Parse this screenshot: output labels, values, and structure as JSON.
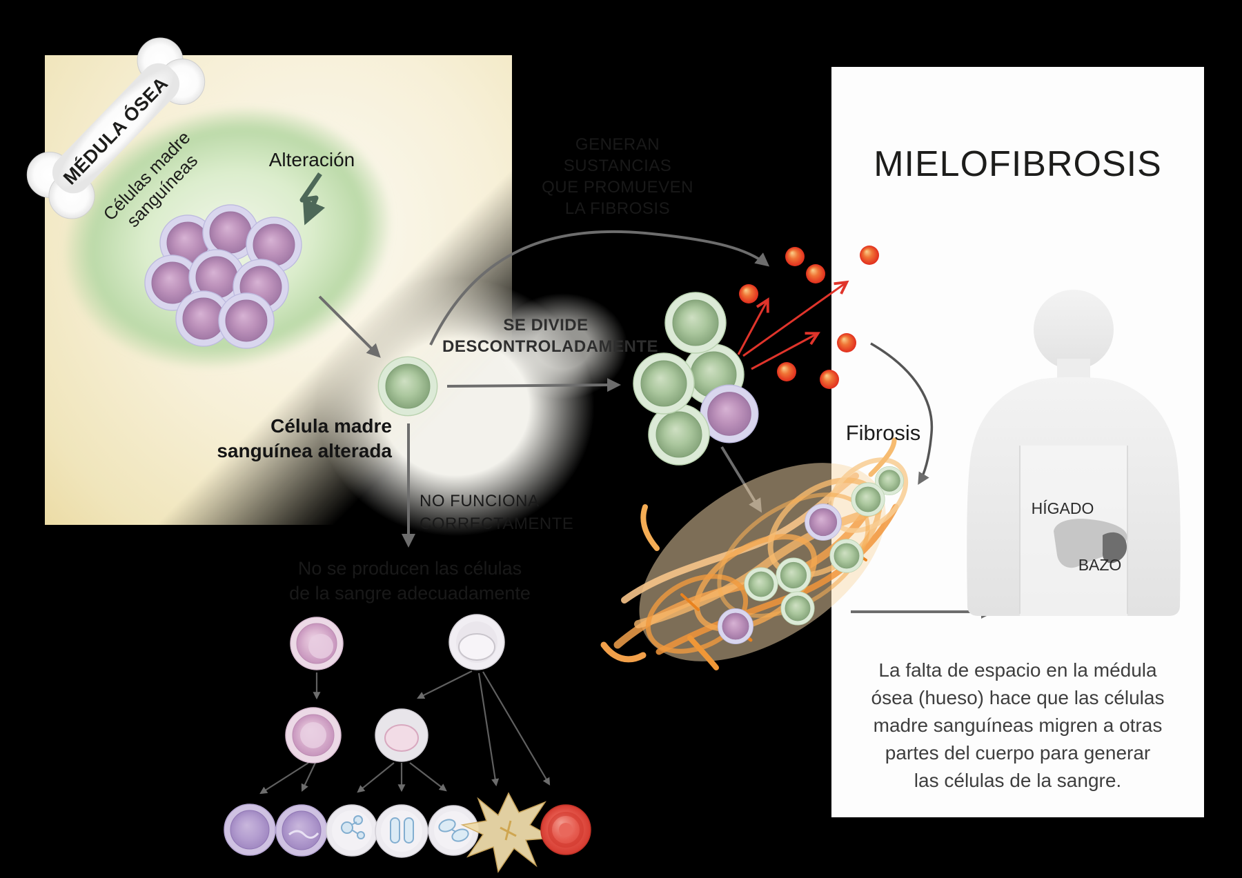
{
  "left_panel": {
    "bone_label": "MÉDULA ÓSEA",
    "stem_cells_label": "Células madre\nsanguíneas",
    "alteration_label": "Alteración",
    "altered_cell_label": "Célula madre\nsanguínea alterada"
  },
  "flow": {
    "generate_label": "GENERAN\nSUSTANCIAS\nQUE PROMUEVEN\nLA FIBROSIS",
    "divide_label": "SE DIVIDE\nDESCONTROLADAMENTE",
    "malfunction_label": "NO FUNCIONA\nCORRECTAMENTE",
    "no_production_label": "No se producen las células\nde la sangre adecuadamente"
  },
  "right_panel": {
    "title": "MIELOFIBROSIS",
    "fibrosis_label": "Fibrosis",
    "liver_label": "HÍGADO",
    "spleen_label": "BAZO",
    "description": "La falta de espacio en la médula\nósea (hueso) hace que las células\nmadre sanguíneas migren a otras\npartes del cuerpo para generar\nlas células de la sangre."
  },
  "colors": {
    "background": "#000000",
    "marrow_panel_beige": "#f0e3b4",
    "ellipse_green": "#b8d8a6",
    "stem_cell_purple": "#bb8fba",
    "altered_cell_green": "#9dbd95",
    "signal_red": "#e63b28",
    "fibrosis_orange": "#f3a44e",
    "arrow_gray": "#6d6d6d",
    "panel_white": "#fdfdfd",
    "text_dark": "#1d1d1b"
  }
}
